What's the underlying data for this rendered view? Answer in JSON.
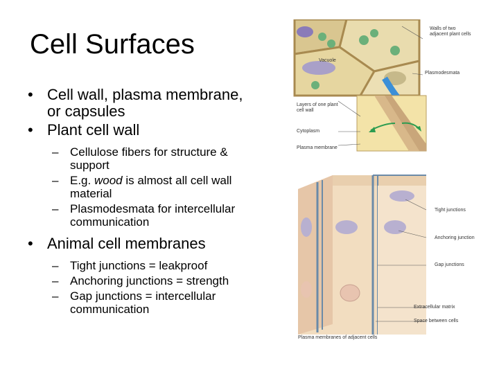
{
  "title": "Cell Surfaces",
  "bullets": [
    {
      "text": "Cell wall, plasma membrane, or capsules"
    },
    {
      "text": "Plant cell wall",
      "sub": [
        {
          "before": "Cellulose fibers for structure & support",
          "em": "",
          "after": ""
        },
        {
          "before": "E.g. ",
          "em": "wood",
          "after": " is almost all cell wall material"
        },
        {
          "before": "Plasmodesmata for intercellular communication",
          "em": "",
          "after": ""
        }
      ]
    },
    {
      "text": "Animal cell membranes",
      "sub": [
        {
          "before": "Tight junctions = leakproof",
          "em": "",
          "after": ""
        },
        {
          "before": "Anchoring junctions = strength",
          "em": "",
          "after": ""
        },
        {
          "before": "Gap junctions = intercellular communication",
          "em": "",
          "after": ""
        }
      ]
    }
  ],
  "figure": {
    "plant_labels": {
      "walls": "Walls of two adjacent plant cells",
      "vacuole": "Vacuole",
      "plasmodesmata": "Plasmodesmata",
      "layers": "Layers of one plant cell wall",
      "cytoplasm": "Cytoplasm",
      "plasma_membrane": "Plasma membrane"
    },
    "animal_labels": {
      "tight": "Tight junctions",
      "anchoring": "Anchoring junction",
      "gap": "Gap junctions",
      "matrix": "Extracellular matrix",
      "space": "Space between cells",
      "membranes": "Plasma membranes of adjacent cells"
    }
  }
}
